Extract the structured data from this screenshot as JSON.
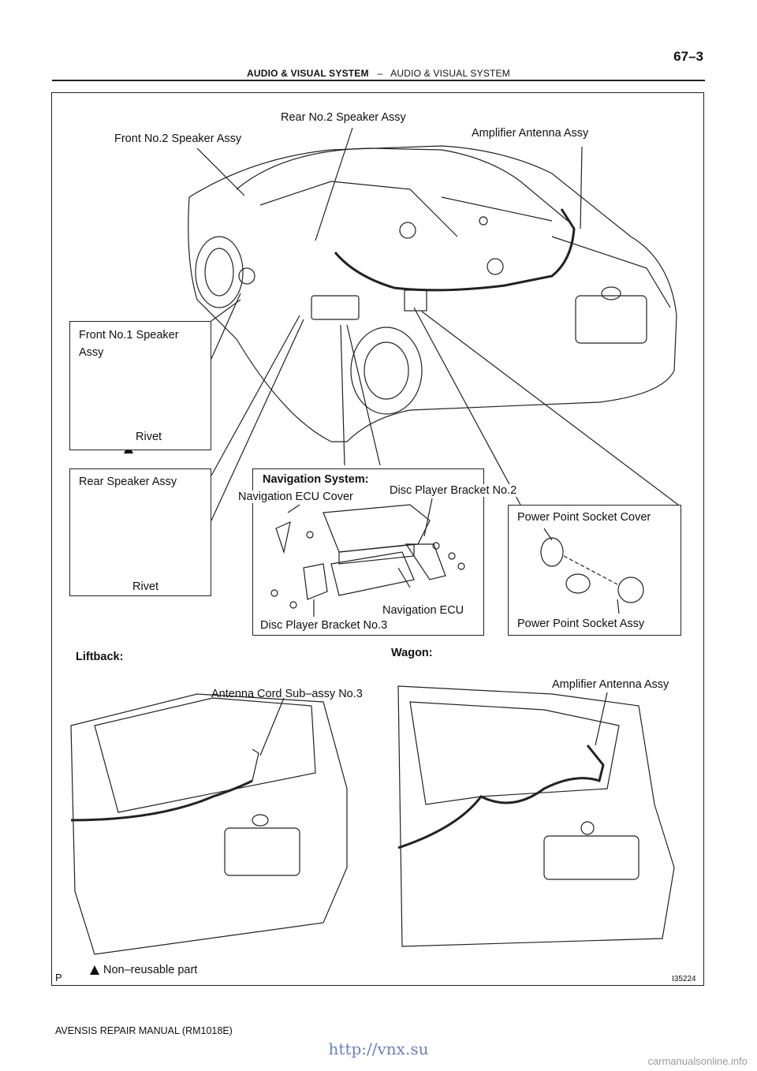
{
  "header": {
    "page_number": "67–3",
    "section_bold": "AUDIO & VISUAL SYSTEM",
    "separator": "–",
    "section_title": "AUDIO & VISUAL SYSTEM"
  },
  "labels": {
    "front_no2_speaker": "Front No.2 Speaker Assy",
    "rear_no2_speaker": "Rear No.2 Speaker Assy",
    "amplifier_antenna_top": "Amplifier Antenna Assy",
    "front_no1_speaker_line1": "Front No.1 Speaker",
    "front_no1_speaker_line2": "Assy",
    "rivet_1": "Rivet",
    "rear_speaker": "Rear Speaker Assy",
    "rivet_2": "Rivet",
    "navigation_system": "Navigation System:",
    "navigation_ecu_cover": "Navigation ECU Cover",
    "disc_player_bracket_no2": "Disc Player Bracket No.2",
    "navigation_ecu": "Navigation ECU",
    "disc_player_bracket_no3": "Disc Player Bracket No.3",
    "power_point_socket_cover": "Power Point Socket Cover",
    "power_point_socket_assy": "Power Point Socket Assy",
    "liftback": "Liftback:",
    "wagon": "Wagon:",
    "antenna_cord": "Antenna Cord Sub–assy No.3",
    "amplifier_antenna_wagon": "Amplifier Antenna Assy",
    "non_reusable": "Non–reusable part",
    "p_mark": "P",
    "figure_id": "I35224"
  },
  "footer": {
    "manual": "AVENSIS REPAIR MANUAL   (RM1018E)"
  },
  "watermark": {
    "url": "http://vnx.su",
    "site": "carmanualsonline.info"
  }
}
